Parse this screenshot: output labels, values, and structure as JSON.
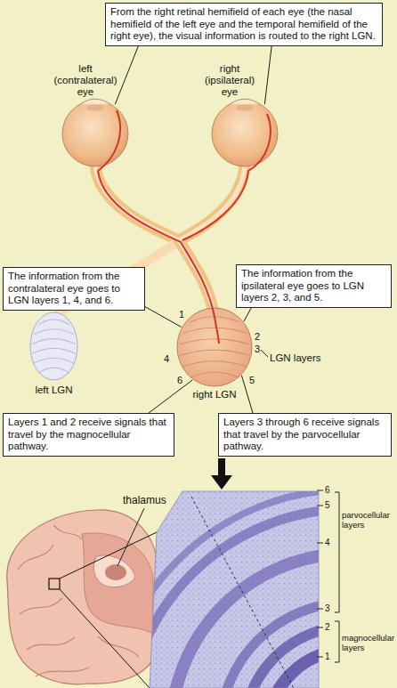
{
  "diagram": {
    "nodes": [
      {
        "text": [
          "From the right retinal hemifield of each eye (the nasal hemifield of the left eye and the temporal hemifield of the right eye), the visual information is routed to the right LGN."
        ]
      },
      {
        "text": [
          "left (contralateral) eye"
        ]
      },
      {
        "text": [
          "right (ipsilateral) eye"
        ]
      },
      {
        "text": [
          "The information from the contralateral eye goes to LGN layers 1, 4, and 6."
        ]
      },
      {
        "text": [
          "The information from the ipsilateral eye goes to LGN layers 2, 3, and 5."
        ]
      },
      {
        "text": [
          "left LGN"
        ]
      },
      {
        "text": [
          "right LGN"
        ]
      },
      {
        "text": [
          "Layers 1 and 2 receive signals that travel by the magnocellular pathway."
        ]
      },
      {
        "text": [
          "Layers 3 through 6 receive signals that travel by the parvocellular pathway."
        ]
      }
    ],
    "edges": [
      {
        "from": 0,
        "to": 1,
        "arrow": "none"
      },
      {
        "from": 0,
        "to": 2,
        "arrow": "none"
      },
      {
        "from": 3,
        "to": 6,
        "arrow": "none"
      },
      {
        "from": 4,
        "to": 6,
        "arrow": "none"
      },
      {
        "from": 7,
        "to": 6,
        "arrow": "none"
      },
      {
        "from": 8,
        "to": 6,
        "arrow": "none"
      }
    ],
    "labels": [
      "1",
      "2",
      "3",
      "4",
      "6",
      "5",
      "LGN layers",
      "thalamus",
      "6",
      "5",
      "4",
      "3",
      "2",
      "1",
      "parvocellular layers",
      "magnocellular layers"
    ]
  }
}
